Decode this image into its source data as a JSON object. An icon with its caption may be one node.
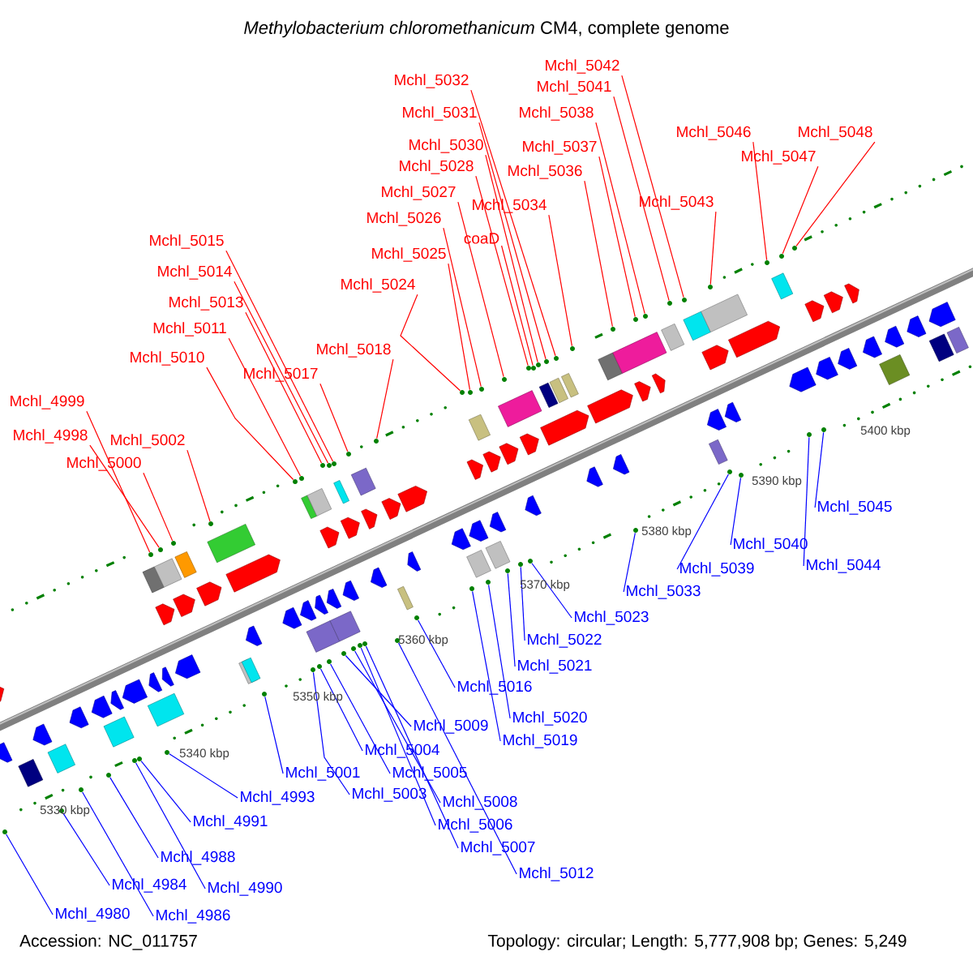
{
  "diagram": {
    "title": "*Methylobacterium chloromethanicum* CM4, complete genome",
    "nodes": [
      {
        "text": [
          "Mchl_4999"
        ]
      },
      {
        "text": [
          "Mchl_4998"
        ]
      },
      {
        "text": [
          "Mchl_5000"
        ]
      },
      {
        "text": [
          "Mchl_5002"
        ]
      },
      {
        "text": [
          "Mchl_5010"
        ]
      },
      {
        "text": [
          "Mchl_5011"
        ]
      },
      {
        "text": [
          "Mchl_5013"
        ]
      },
      {
        "text": [
          "Mchl_5014"
        ]
      },
      {
        "text": [
          "Mchl_5015"
        ]
      },
      {
        "text": [
          "Mchl_5017"
        ]
      },
      {
        "text": [
          "Mchl_5018"
        ]
      },
      {
        "text": [
          "Mchl_5024"
        ]
      },
      {
        "text": [
          "Mchl_5025"
        ]
      },
      {
        "text": [
          "Mchl_5026"
        ]
      },
      {
        "text": [
          "Mchl_5027"
        ]
      },
      {
        "text": [
          "Mchl_5028"
        ]
      },
      {
        "text": [
          "Mchl_5030"
        ]
      },
      {
        "text": [
          "Mchl_5031"
        ]
      },
      {
        "text": [
          "Mchl_5032"
        ]
      },
      {
        "text": [
          "coaD"
        ]
      },
      {
        "text": [
          "Mchl_5034"
        ]
      },
      {
        "text": [
          "Mchl_5036"
        ]
      },
      {
        "text": [
          "Mchl_5037"
        ]
      },
      {
        "text": [
          "Mchl_5038"
        ]
      },
      {
        "text": [
          "Mchl_5041"
        ]
      },
      {
        "text": [
          "Mchl_5042"
        ]
      },
      {
        "text": [
          "Mchl_5043"
        ]
      },
      {
        "text": [
          "Mchl_5046"
        ]
      },
      {
        "text": [
          "Mchl_5047"
        ]
      },
      {
        "text": [
          "Mchl_5048"
        ]
      },
      {
        "text": [
          "Mchl_4980"
        ]
      },
      {
        "text": [
          "Mchl_4984"
        ]
      },
      {
        "text": [
          "Mchl_4986"
        ]
      },
      {
        "text": [
          "Mchl_4988"
        ]
      },
      {
        "text": [
          "Mchl_4990"
        ]
      },
      {
        "text": [
          "Mchl_4991"
        ]
      },
      {
        "text": [
          "Mchl_4993"
        ]
      },
      {
        "text": [
          "Mchl_5001"
        ]
      },
      {
        "text": [
          "Mchl_5003"
        ]
      },
      {
        "text": [
          "Mchl_5004"
        ]
      },
      {
        "text": [
          "Mchl_5005"
        ]
      },
      {
        "text": [
          "Mchl_5009"
        ]
      },
      {
        "text": [
          "Mchl_5008"
        ]
      },
      {
        "text": [
          "Mchl_5006"
        ]
      },
      {
        "text": [
          "Mchl_5007"
        ]
      },
      {
        "text": [
          "Mchl_5012"
        ]
      },
      {
        "text": [
          "Mchl_5016"
        ]
      },
      {
        "text": [
          "Mchl_5019"
        ]
      },
      {
        "text": [
          "Mchl_5020"
        ]
      },
      {
        "text": [
          "Mchl_5021"
        ]
      },
      {
        "text": [
          "Mchl_5022"
        ]
      },
      {
        "text": [
          "Mchl_5023"
        ]
      },
      {
        "text": [
          "Mchl_5033"
        ]
      },
      {
        "text": [
          "Mchl_5039"
        ]
      },
      {
        "text": [
          "Mchl_5040"
        ]
      },
      {
        "text": [
          "Mchl_5044"
        ]
      },
      {
        "text": [
          "Mchl_5045"
        ]
      },
      {
        "text": [],
        "shape": "circle"
      },
      {
        "text": [],
        "shape": "circle"
      },
      {
        "text": [],
        "shape": "circle"
      },
      {
        "text": [],
        "shape": "circle"
      },
      {
        "text": [],
        "shape": "circle"
      },
      {
        "text": [],
        "shape": "circle"
      },
      {
        "text": [],
        "shape": "circle"
      },
      {
        "text": [],
        "shape": "circle"
      },
      {
        "text": [],
        "shape": "circle"
      },
      {
        "text": [],
        "shape": "circle"
      },
      {
        "text": [],
        "shape": "circle"
      },
      {
        "text": [],
        "shape": "circle"
      },
      {
        "text": [],
        "shape": "circle"
      },
      {
        "text": [],
        "shape": "circle"
      },
      {
        "text": [],
        "shape": "circle"
      },
      {
        "text": [],
        "shape": "circle"
      },
      {
        "text": [],
        "shape": "circle"
      },
      {
        "text": [],
        "shape": "circle"
      },
      {
        "text": [],
        "shape": "circle"
      },
      {
        "text": [],
        "shape": "circle"
      },
      {
        "text": [],
        "shape": "circle"
      },
      {
        "text": [],
        "shape": "circle"
      },
      {
        "text": [],
        "shape": "circle"
      },
      {
        "text": [],
        "shape": "circle"
      },
      {
        "text": [],
        "shape": "circle"
      },
      {
        "text": [],
        "shape": "circle"
      },
      {
        "text": [],
        "shape": "circle"
      },
      {
        "text": [],
        "shape": "circle"
      },
      {
        "text": [],
        "shape": "circle"
      },
      {
        "text": [],
        "shape": "circle"
      },
      {
        "text": [],
        "shape": "circle"
      },
      {
        "text": [],
        "shape": "circle"
      },
      {
        "text": [],
        "shape": "circle"
      },
      {
        "text": [],
        "shape": "circle"
      },
      {
        "text": [],
        "shape": "circle"
      },
      {
        "text": [],
        "shape": "circle"
      },
      {
        "text": [],
        "shape": "circle"
      },
      {
        "text": [],
        "shape": "circle"
      },
      {
        "text": [],
        "shape": "circle"
      },
      {
        "text": [],
        "shape": "circle"
      },
      {
        "text": [],
        "shape": "circle"
      },
      {
        "text": [],
        "shape": "circle"
      },
      {
        "text": [],
        "shape": "circle"
      },
      {
        "text": [],
        "shape": "circle"
      },
      {
        "text": [],
        "shape": "circle"
      },
      {
        "text": [],
        "shape": "circle"
      },
      {
        "text": [],
        "shape": "circle"
      },
      {
        "text": [],
        "shape": "circle"
      },
      {
        "text": [],
        "shape": "circle"
      },
      {
        "text": [],
        "shape": "circle"
      },
      {
        "text": [],
        "shape": "circle"
      },
      {
        "text": [],
        "shape": "circle"
      },
      {
        "text": [],
        "shape": "circle"
      },
      {
        "text": [],
        "shape": "circle"
      },
      {
        "text": [],
        "shape": "circle"
      },
      {
        "text": [],
        "shape": "circle"
      },
      {
        "text": [],
        "shape": "circle"
      }
    ],
    "edges": [
      {
        "from": 0,
        "to": 57,
        "arrow": "none"
      },
      {
        "from": 1,
        "to": 58,
        "arrow": "none"
      },
      {
        "from": 2,
        "to": 59,
        "arrow": "none"
      },
      {
        "from": 3,
        "to": 60,
        "arrow": "none"
      },
      {
        "from": 4,
        "to": 61,
        "arrow": "none"
      },
      {
        "from": 5,
        "to": 62,
        "arrow": "none"
      },
      {
        "from": 6,
        "to": 63,
        "arrow": "none"
      },
      {
        "from": 7,
        "to": 64,
        "arrow": "none"
      },
      {
        "from": 8,
        "to": 65,
        "arrow": "none"
      },
      {
        "from": 9,
        "to": 66,
        "arrow": "none"
      },
      {
        "from": 10,
        "to": 67,
        "arrow": "none"
      },
      {
        "from": 11,
        "to": 68,
        "arrow": "none"
      },
      {
        "from": 12,
        "to": 69,
        "arrow": "none"
      },
      {
        "from": 13,
        "to": 70,
        "arrow": "none"
      },
      {
        "from": 14,
        "to": 71,
        "arrow": "none"
      },
      {
        "from": 15,
        "to": 72,
        "arrow": "none"
      },
      {
        "from": 16,
        "to": 74,
        "arrow": "none"
      },
      {
        "from": 17,
        "to": 75,
        "arrow": "none"
      },
      {
        "from": 18,
        "to": 76,
        "arrow": "none"
      },
      {
        "from": 19,
        "to": 73,
        "arrow": "none"
      },
      {
        "from": 20,
        "to": 77,
        "arrow": "none"
      },
      {
        "from": 21,
        "to": 78,
        "arrow": "none"
      },
      {
        "from": 22,
        "to": 79,
        "arrow": "none"
      },
      {
        "from": 23,
        "to": 80,
        "arrow": "none"
      },
      {
        "from": 24,
        "to": 81,
        "arrow": "none"
      },
      {
        "from": 25,
        "to": 82,
        "arrow": "none"
      },
      {
        "from": 26,
        "to": 83,
        "arrow": "none"
      },
      {
        "from": 27,
        "to": 84,
        "arrow": "none"
      },
      {
        "from": 28,
        "to": 85,
        "arrow": "none"
      },
      {
        "from": 29,
        "to": 86,
        "arrow": "none"
      },
      {
        "from": 30,
        "to": 87,
        "arrow": "none",
        "color": "#0000ff"
      },
      {
        "from": 31,
        "to": 88,
        "arrow": "none",
        "color": "#0000ff"
      },
      {
        "from": 32,
        "to": 89,
        "arrow": "none",
        "color": "#0000ff"
      },
      {
        "from": 33,
        "to": 90,
        "arrow": "none",
        "color": "#0000ff"
      },
      {
        "from": 34,
        "to": 91,
        "arrow": "none",
        "color": "#0000ff"
      },
      {
        "from": 35,
        "to": 92,
        "arrow": "none",
        "color": "#0000ff"
      },
      {
        "from": 36,
        "to": 93,
        "arrow": "none",
        "color": "#0000ff"
      },
      {
        "from": 37,
        "to": 94,
        "arrow": "none",
        "color": "#0000ff"
      },
      {
        "from": 38,
        "to": 95,
        "arrow": "none",
        "color": "#0000ff"
      },
      {
        "from": 39,
        "to": 96,
        "arrow": "none",
        "color": "#0000ff"
      },
      {
        "from": 40,
        "to": 97,
        "arrow": "none",
        "color": "#0000ff"
      },
      {
        "from": 41,
        "to": 98,
        "arrow": "none",
        "color": "#0000ff"
      },
      {
        "from": 42,
        "to": 99,
        "arrow": "none",
        "color": "#0000ff"
      },
      {
        "from": 43,
        "to": 100,
        "arrow": "none",
        "color": "#0000ff"
      },
      {
        "from": 44,
        "to": 101,
        "arrow": "none",
        "color": "#0000ff"
      },
      {
        "from": 45,
        "to": 102,
        "arrow": "none",
        "color": "#0000ff"
      },
      {
        "from": 46,
        "to": 103,
        "arrow": "none",
        "color": "#0000ff"
      },
      {
        "from": 47,
        "to": 104,
        "arrow": "none",
        "color": "#0000ff"
      },
      {
        "from": 48,
        "to": 105,
        "arrow": "none",
        "color": "#0000ff"
      },
      {
        "from": 49,
        "to": 106,
        "arrow": "none",
        "color": "#0000ff"
      },
      {
        "from": 50,
        "to": 107,
        "arrow": "none",
        "color": "#0000ff"
      },
      {
        "from": 51,
        "to": 108,
        "arrow": "none",
        "color": "#0000ff"
      },
      {
        "from": 52,
        "to": 109,
        "arrow": "none",
        "color": "#0000ff"
      },
      {
        "from": 53,
        "to": 110,
        "arrow": "none",
        "color": "#0000ff"
      },
      {
        "from": 54,
        "to": 111,
        "arrow": "none",
        "color": "#0000ff"
      },
      {
        "from": 55,
        "to": 112,
        "arrow": "none",
        "color": "#0000ff"
      },
      {
        "from": 56,
        "to": 113,
        "arrow": "none",
        "color": "#0000ff"
      }
    ],
    "labels": [
      "5330 kbp",
      "5340 kbp",
      "5350 kbp",
      "5360 kbp",
      "5370 kbp",
      "5380 kbp",
      "5390 kbp",
      "5400 kbp",
      "Accession: NC_011757",
      "Topology: circular; Length: 5,777,908 bp; Genes: 5,249"
    ]
  }
}
